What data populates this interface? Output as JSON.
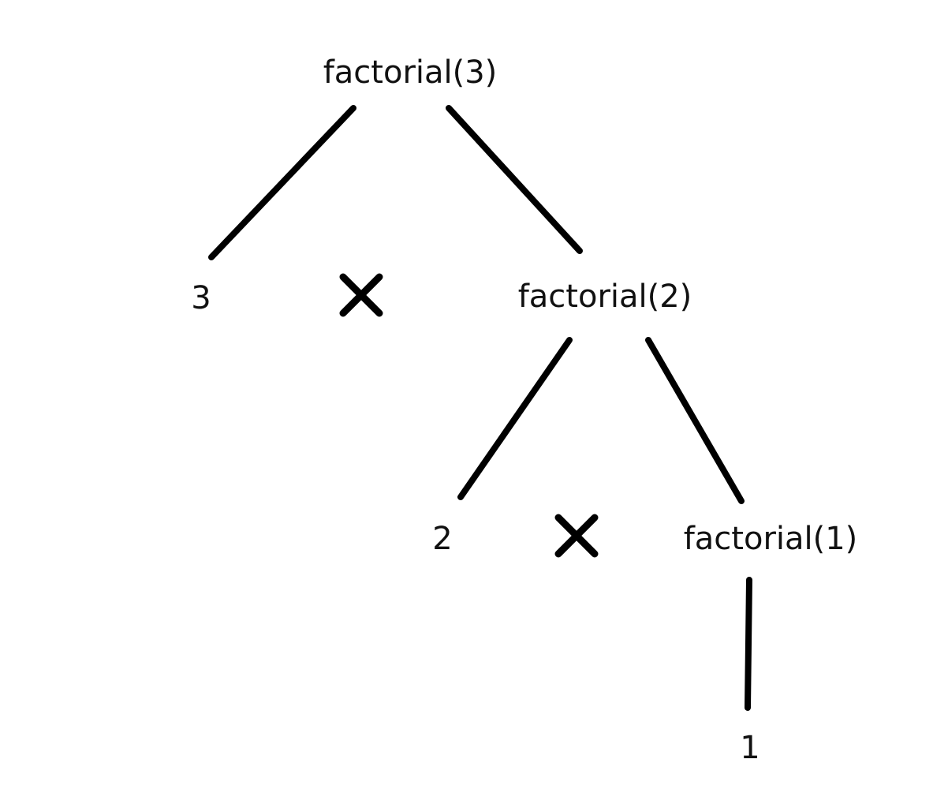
{
  "diagram": {
    "root": {
      "label": "factorial(3)"
    },
    "level1": {
      "operand": "3",
      "call": "factorial(2)",
      "operator_icon": "multiply-icon"
    },
    "level2": {
      "operand": "2",
      "call": "factorial(1)",
      "operator_icon": "multiply-icon"
    },
    "level3": {
      "result": "1"
    },
    "colors": {
      "ink": "#000000",
      "background": "#ffffff"
    }
  }
}
